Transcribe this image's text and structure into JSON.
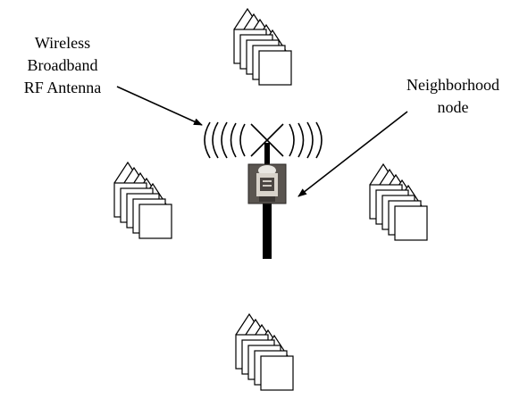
{
  "labels": {
    "antenna": [
      "Wireless",
      "Broadband",
      "RF Antenna"
    ],
    "node": [
      "Neighborhood",
      "node"
    ]
  },
  "icons": {
    "house_cluster": "house-stack-icon",
    "antenna": "rf-antenna-icon",
    "node": "neighborhood-node-icon"
  }
}
